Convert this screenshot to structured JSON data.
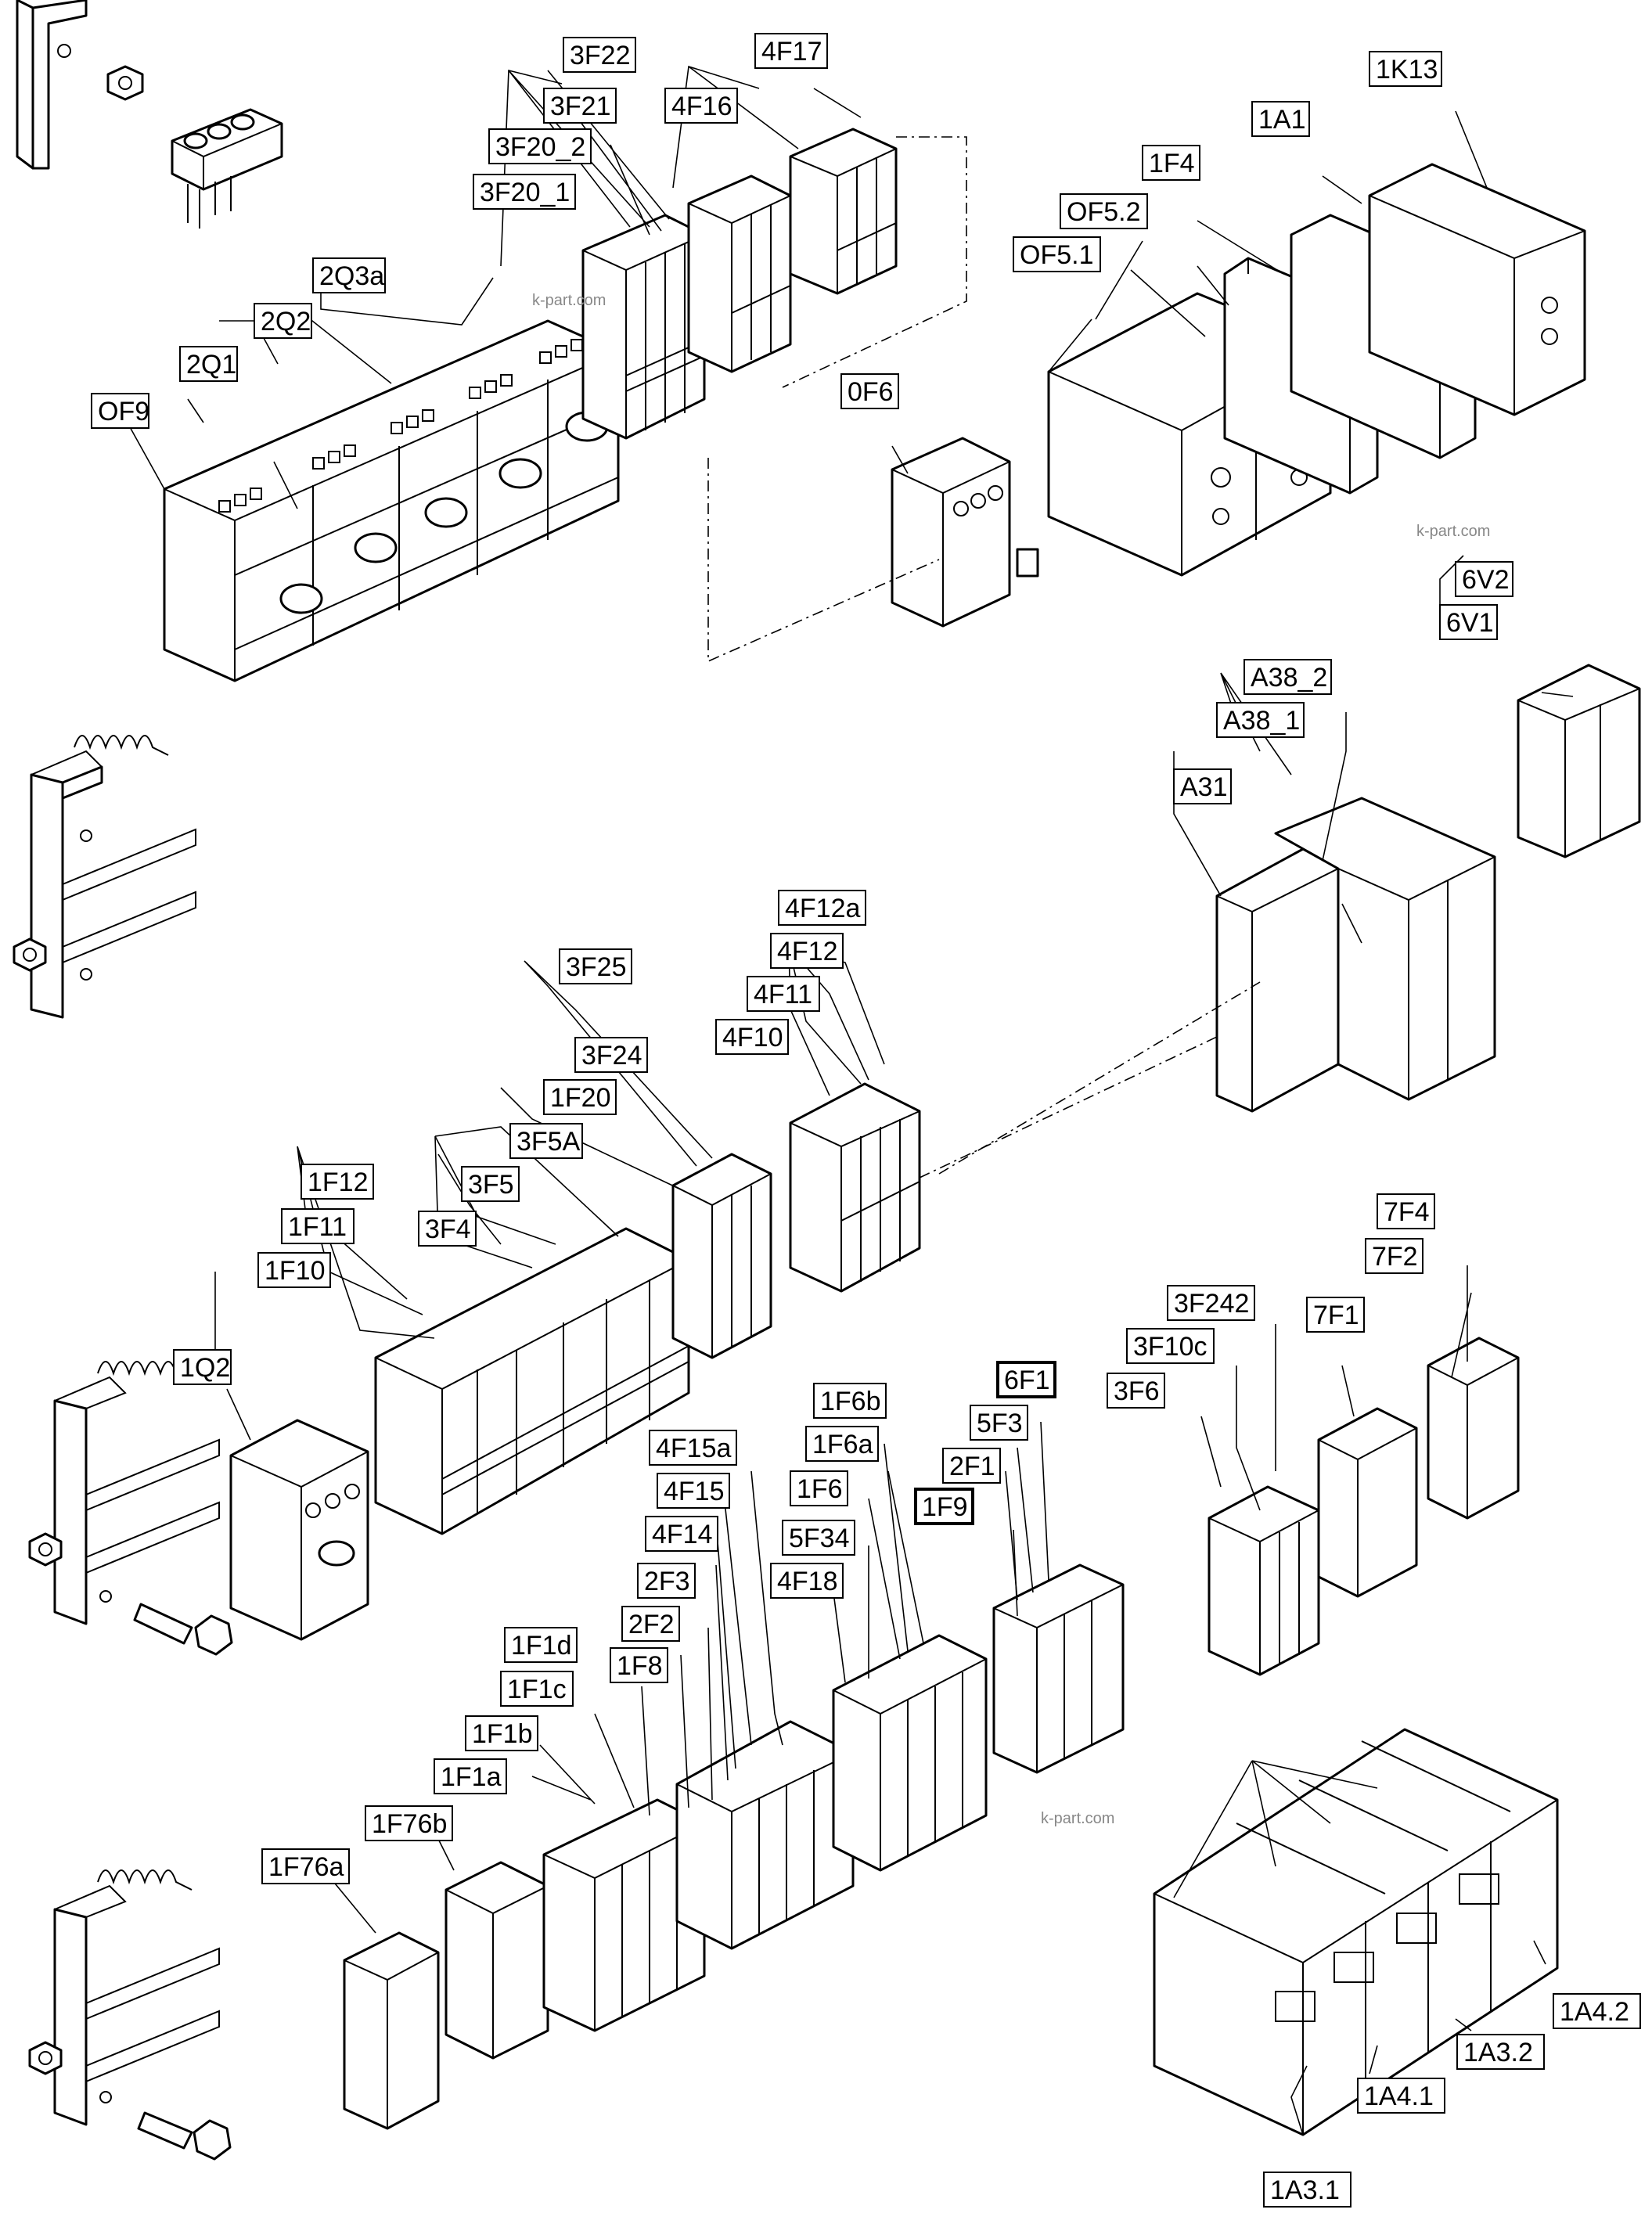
{
  "watermark": "k-part.com",
  "callouts": [
    {
      "id": "3F22",
      "text": "3F22"
    },
    {
      "id": "3F21",
      "text": "3F21"
    },
    {
      "id": "3F20_2",
      "text": "3F20_2"
    },
    {
      "id": "3F20_1",
      "text": "3F20_1"
    },
    {
      "id": "4F17",
      "text": "4F17"
    },
    {
      "id": "4F16",
      "text": "4F16"
    },
    {
      "id": "1K13",
      "text": "1K13"
    },
    {
      "id": "1A1",
      "text": "1A1"
    },
    {
      "id": "1F4",
      "text": "1F4"
    },
    {
      "id": "OF5.2",
      "text": "OF5.2"
    },
    {
      "id": "OF5.1",
      "text": "OF5.1"
    },
    {
      "id": "2Q3a",
      "text": "2Q3a"
    },
    {
      "id": "2Q2",
      "text": "2Q2"
    },
    {
      "id": "2Q1",
      "text": "2Q1"
    },
    {
      "id": "OF9",
      "text": "OF9"
    },
    {
      "id": "0F6",
      "text": "0F6"
    },
    {
      "id": "6V2",
      "text": "6V2"
    },
    {
      "id": "6V1",
      "text": "6V1"
    },
    {
      "id": "A38_2",
      "text": "A38_2"
    },
    {
      "id": "A38_1",
      "text": "A38_1"
    },
    {
      "id": "A31",
      "text": "A31"
    },
    {
      "id": "4F12a",
      "text": "4F12a"
    },
    {
      "id": "4F12",
      "text": "4F12"
    },
    {
      "id": "4F11",
      "text": "4F11"
    },
    {
      "id": "4F10",
      "text": "4F10"
    },
    {
      "id": "3F25",
      "text": "3F25"
    },
    {
      "id": "3F24",
      "text": "3F24"
    },
    {
      "id": "1F20",
      "text": "1F20"
    },
    {
      "id": "3F5A",
      "text": "3F5A"
    },
    {
      "id": "3F5",
      "text": "3F5"
    },
    {
      "id": "3F4",
      "text": "3F4"
    },
    {
      "id": "1F12",
      "text": "1F12"
    },
    {
      "id": "1F11",
      "text": "1F11"
    },
    {
      "id": "1F10",
      "text": "1F10"
    },
    {
      "id": "1Q2",
      "text": "1Q2"
    },
    {
      "id": "7F4",
      "text": "7F4"
    },
    {
      "id": "7F2",
      "text": "7F2"
    },
    {
      "id": "7F1",
      "text": "7F1"
    },
    {
      "id": "3F242",
      "text": "3F242"
    },
    {
      "id": "3F10c",
      "text": "3F10c"
    },
    {
      "id": "3F6",
      "text": "3F6"
    },
    {
      "id": "6F1",
      "text": "6F1"
    },
    {
      "id": "5F3",
      "text": "5F3"
    },
    {
      "id": "2F1",
      "text": "2F1"
    },
    {
      "id": "1F9",
      "text": "1F9"
    },
    {
      "id": "1F6b",
      "text": "1F6b"
    },
    {
      "id": "1F6a",
      "text": "1F6a"
    },
    {
      "id": "1F6",
      "text": "1F6"
    },
    {
      "id": "5F34",
      "text": "5F34"
    },
    {
      "id": "4F18",
      "text": "4F18"
    },
    {
      "id": "4F15a",
      "text": "4F15a"
    },
    {
      "id": "4F15",
      "text": "4F15"
    },
    {
      "id": "4F14",
      "text": "4F14"
    },
    {
      "id": "2F3",
      "text": "2F3"
    },
    {
      "id": "2F2",
      "text": "2F2"
    },
    {
      "id": "1F8",
      "text": "1F8"
    },
    {
      "id": "1F1d",
      "text": "1F1d"
    },
    {
      "id": "1F1c",
      "text": "1F1c"
    },
    {
      "id": "1F1b",
      "text": "1F1b"
    },
    {
      "id": "1F1a",
      "text": "1F1a"
    },
    {
      "id": "1F76b",
      "text": "1F76b"
    },
    {
      "id": "1F76a",
      "text": "1F76a"
    },
    {
      "id": "1A4.2",
      "text": "1A4.2"
    },
    {
      "id": "1A3.2",
      "text": "1A3.2"
    },
    {
      "id": "1A4.1",
      "text": "1A4.1"
    },
    {
      "id": "1A3.1",
      "text": "1A3.1"
    }
  ]
}
